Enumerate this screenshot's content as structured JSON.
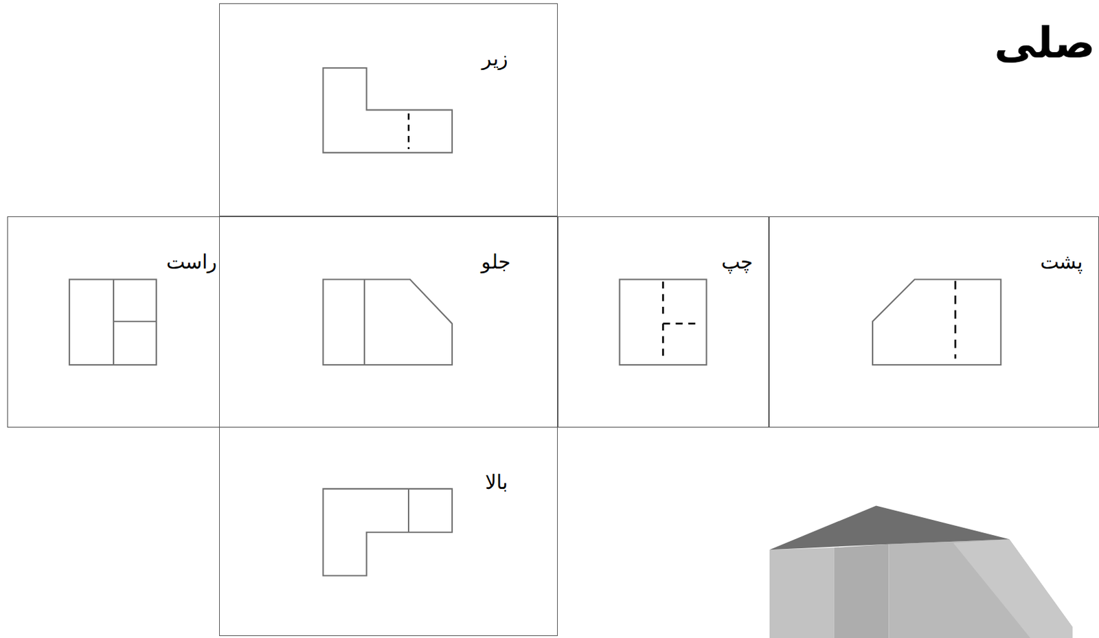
{
  "diagram": {
    "title": "صلی",
    "nodes": [
      {
        "text": [
          "زیر"
        ]
      },
      {
        "text": [
          "راست"
        ]
      },
      {
        "text": [
          "جلو"
        ]
      },
      {
        "text": [
          "چپ"
        ]
      },
      {
        "text": [
          "پشت"
        ]
      },
      {
        "text": [
          "بالا"
        ]
      }
    ]
  }
}
